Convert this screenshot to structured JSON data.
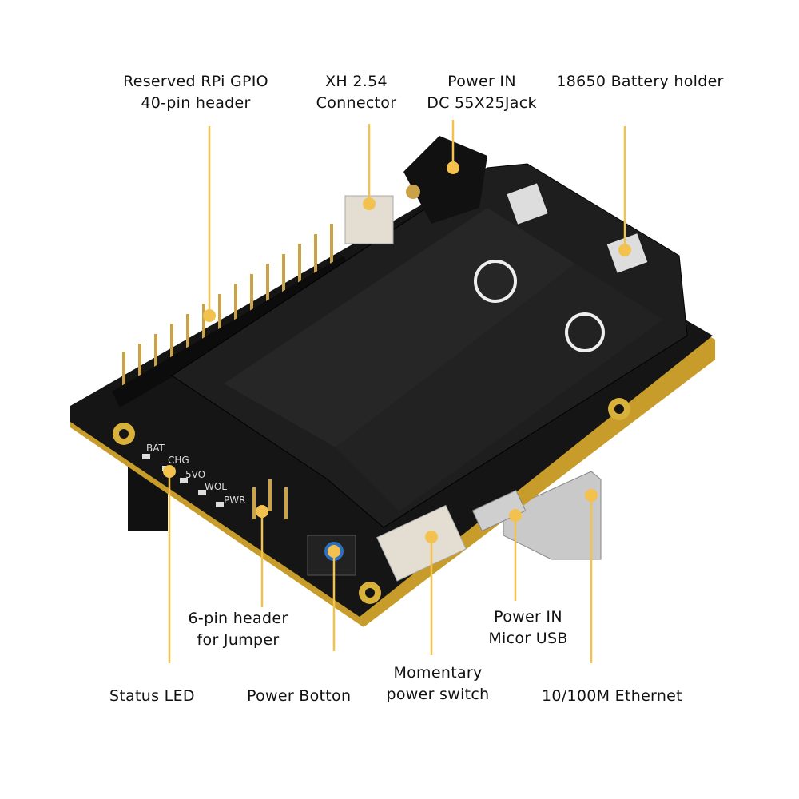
{
  "accent_color": "#f2c14e",
  "board_color": "#141414",
  "labels": {
    "gpio": {
      "line1": "Reserved RPi GPIO",
      "line2": "40-pin header"
    },
    "xh": {
      "line1": "XH 2.54",
      "line2": "Connector"
    },
    "dc": {
      "line1": "Power IN",
      "line2": "DC 55X25Jack"
    },
    "battery": {
      "line1": "18650 Battery holder"
    },
    "status_led": {
      "line1": "Status LED"
    },
    "jumper": {
      "line1": "6-pin header",
      "line2": "for Jumper"
    },
    "power_button": {
      "line1": "Power Botton"
    },
    "momentary": {
      "line1": "Momentary",
      "line2": "power switch"
    },
    "usb": {
      "line1": "Power IN",
      "line2": "Micor USB"
    },
    "ethernet": {
      "line1": "10/100M Ethernet"
    }
  },
  "silkscreen": [
    "BAT",
    "CHG",
    "5VO",
    "WOL",
    "PWR"
  ]
}
